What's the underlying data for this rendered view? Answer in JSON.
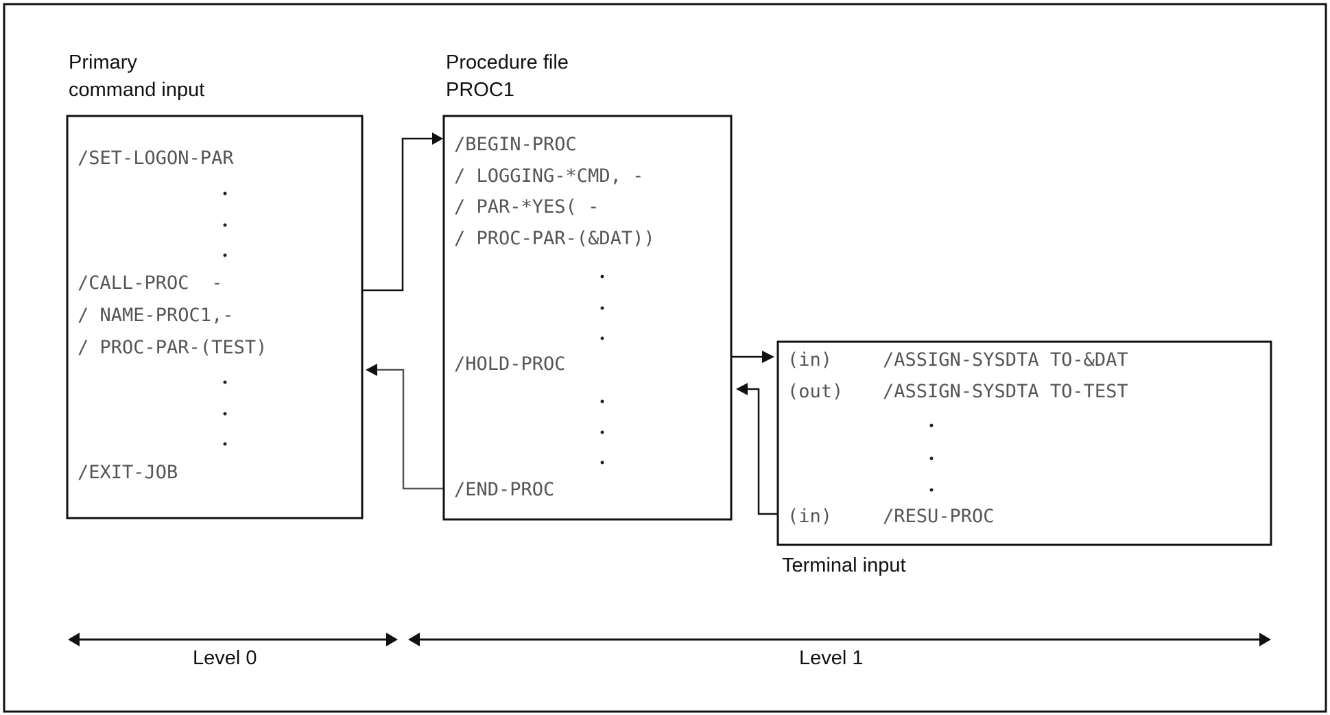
{
  "diagram": {
    "primary": {
      "title_line1": "Primary",
      "title_line2": "command input",
      "lines": [
        "/SET-LOGON-PAR",
        "/CALL-PROC  -",
        "/ NAME-PROC1,-",
        "/ PROC-PAR-(TEST)",
        "/EXIT-JOB"
      ],
      "ellipsis": "."
    },
    "procedure": {
      "title_line1": "Procedure file",
      "title_line2": "PROC1",
      "lines": [
        "/BEGIN-PROC",
        "/ LOGGING-*CMD, -",
        "/ PAR-*YES( -",
        "/ PROC-PAR-(&DAT))",
        "/HOLD-PROC",
        "/END-PROC"
      ],
      "ellipsis": "."
    },
    "terminal": {
      "title": "Terminal input",
      "rows": [
        {
          "dir": "(in)",
          "cmd": "/ASSIGN-SYSDTA TO-&DAT"
        },
        {
          "dir": "(out)",
          "cmd": "/ASSIGN-SYSDTA TO-TEST"
        },
        {
          "dir": "(in)",
          "cmd": "/RESU-PROC"
        }
      ],
      "ellipsis": "."
    },
    "levels": [
      {
        "label": "Level 0"
      },
      {
        "label": "Level 1"
      }
    ]
  }
}
